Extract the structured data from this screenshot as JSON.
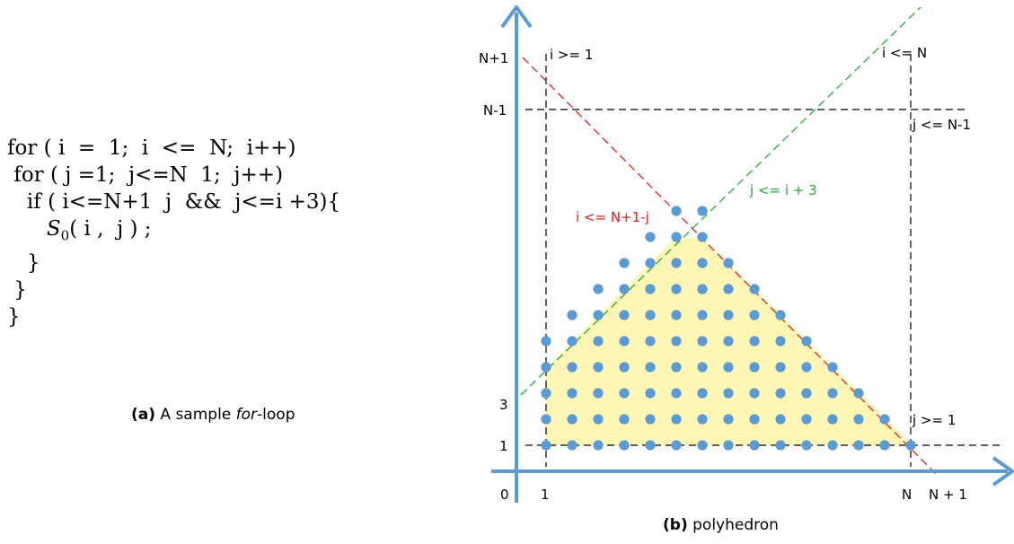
{
  "code": {
    "lines": [
      "for ( i  =  1;  i  <=  N;  i++)",
      " for ( j =1;  j<=N  1;  j++)",
      "   if ( i<=N+1  j  &&  j<=i +3){",
      "      S0( i ,  j ) ;",
      "   }",
      " }",
      "}"
    ],
    "stmt_sub": "0"
  },
  "captions": {
    "a_label": "(a)",
    "a_text_pre": "A sample ",
    "a_text_em": "for",
    "a_text_post": "-loop",
    "b_label": "(b)",
    "b_text": "polyhedron"
  },
  "axis_labels": {
    "origin": "0",
    "x_1": "1",
    "x_N": "N",
    "x_N1": "N + 1",
    "y_1": "1",
    "y_3": "3",
    "y_Nm1": "N-1",
    "y_Np1": "N+1"
  },
  "constraints": {
    "i_ge_1": "i >= 1",
    "i_le_N": "i <= N",
    "j_le_Nm1": "j <= N-1",
    "j_ge_1": "j >= 1",
    "j_le_i3": "j <= i + 3",
    "i_le_N1j": "i  <= N+1-j"
  },
  "colors": {
    "axis": "#5b9bd5",
    "point": "#5b9bd5",
    "fill": "#fdf6b5",
    "red": "#e02020",
    "green": "#22aa33",
    "black": "#000000"
  }
}
